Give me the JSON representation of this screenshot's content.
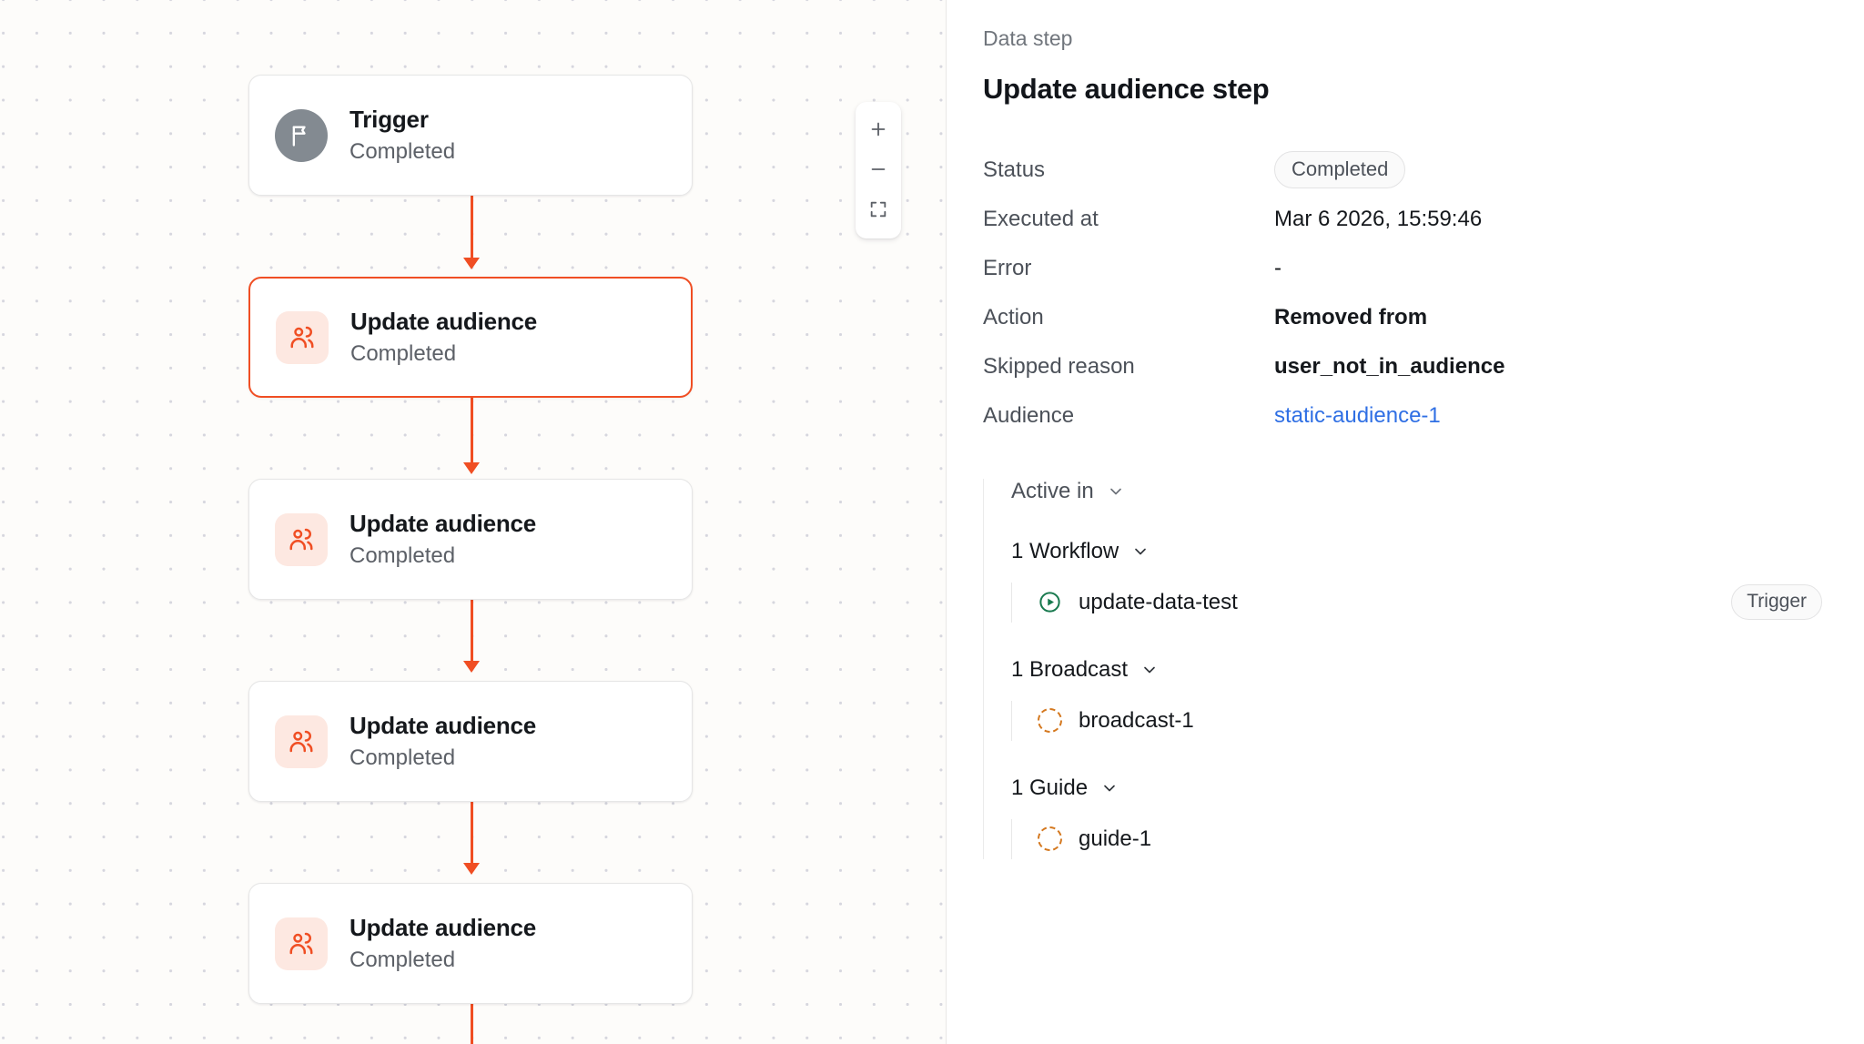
{
  "canvas": {
    "zoom_controls": {
      "zoom_in_label": "+",
      "zoom_out_label": "−",
      "fit_view_label": "fit-view"
    },
    "nodes": [
      {
        "title": "Trigger",
        "status": "Completed",
        "icon": "flag-icon",
        "selected": false
      },
      {
        "title": "Update audience",
        "status": "Completed",
        "icon": "users-icon",
        "selected": true
      },
      {
        "title": "Update audience",
        "status": "Completed",
        "icon": "users-icon",
        "selected": false
      },
      {
        "title": "Update audience",
        "status": "Completed",
        "icon": "users-icon",
        "selected": false
      },
      {
        "title": "Update audience",
        "status": "Completed",
        "icon": "users-icon",
        "selected": false
      }
    ]
  },
  "panel": {
    "kicker": "Data step",
    "title": "Update audience step",
    "details": [
      {
        "label": "Status",
        "value": "Completed",
        "kind": "badge"
      },
      {
        "label": "Executed at",
        "value": "Mar 6 2026, 15:59:46",
        "kind": "plain"
      },
      {
        "label": "Error",
        "value": "-",
        "kind": "plain"
      },
      {
        "label": "Action",
        "value": "Removed from",
        "kind": "bold"
      },
      {
        "label": "Skipped reason",
        "value": "user_not_in_audience",
        "kind": "bold"
      },
      {
        "label": "Audience",
        "value": "static-audience-1",
        "kind": "link"
      }
    ],
    "active_in": {
      "label": "Active in",
      "chevron": "chevron-down-icon",
      "groups": [
        {
          "label": "1 Workflow",
          "items": [
            {
              "name": "update-data-test",
              "icon": "play-circle-icon",
              "badge": "Trigger"
            }
          ]
        },
        {
          "label": "1 Broadcast",
          "items": [
            {
              "name": "broadcast-1",
              "icon": "dashed-circle-icon",
              "badge": ""
            }
          ]
        },
        {
          "label": "1 Guide",
          "items": [
            {
              "name": "guide-1",
              "icon": "dashed-circle-icon",
              "badge": ""
            }
          ]
        }
      ]
    }
  },
  "colors": {
    "accent": "#f04e23",
    "link": "#2f6fe4",
    "workflow_icon": "#18794e",
    "entity_icon": "#d4781f",
    "canvas_bg": "#fdfcfa"
  }
}
